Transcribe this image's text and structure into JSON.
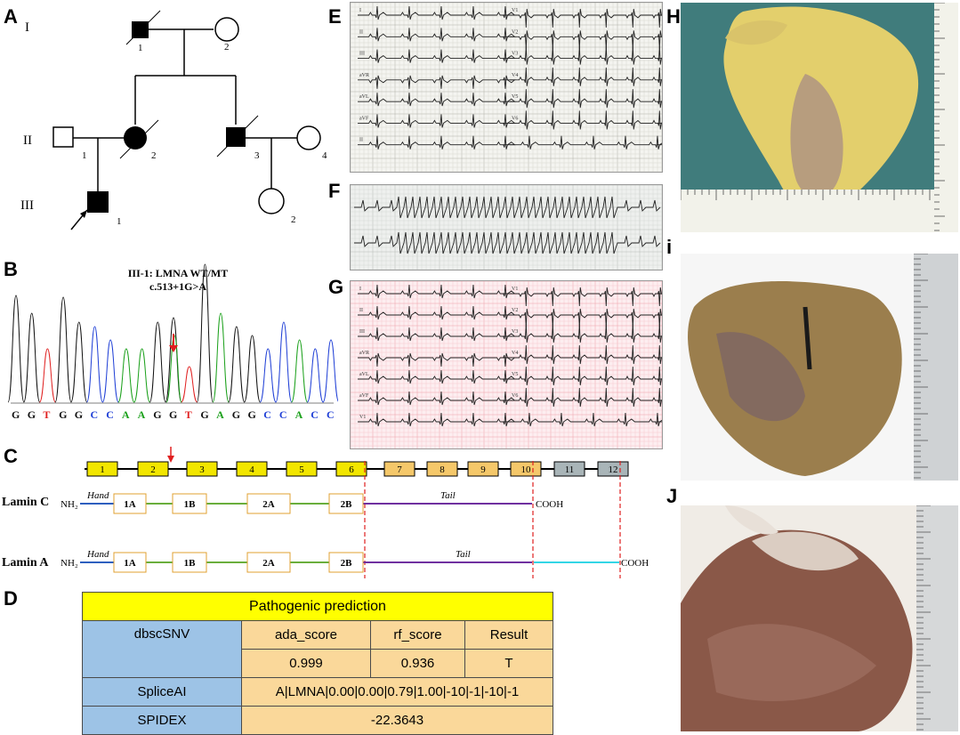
{
  "panels": {
    "A": "A",
    "B": "B",
    "C": "C",
    "D": "D",
    "E": "E",
    "F": "F",
    "G": "G",
    "H": "H",
    "I": "i",
    "J": "J"
  },
  "pedigree": {
    "generations": [
      "I",
      "II",
      "III"
    ],
    "individuals": [
      {
        "gen": "I",
        "num": "1",
        "sex": "male",
        "affected": true,
        "deceased": true
      },
      {
        "gen": "I",
        "num": "2",
        "sex": "female",
        "affected": false,
        "deceased": false
      },
      {
        "gen": "II",
        "num": "1",
        "sex": "male",
        "affected": false,
        "deceased": false
      },
      {
        "gen": "II",
        "num": "2",
        "sex": "female",
        "affected": true,
        "deceased": true
      },
      {
        "gen": "II",
        "num": "3",
        "sex": "male",
        "affected": true,
        "deceased": true
      },
      {
        "gen": "II",
        "num": "4",
        "sex": "female",
        "affected": false,
        "deceased": false
      },
      {
        "gen": "III",
        "num": "1",
        "sex": "male",
        "affected": true,
        "deceased": false,
        "proband": true
      },
      {
        "gen": "III",
        "num": "2",
        "sex": "female",
        "affected": false,
        "deceased": false
      }
    ]
  },
  "sanger": {
    "title": "III-1: LMNA WT/MT",
    "variant": "c.513+1G>A",
    "bases": [
      "G",
      "G",
      "T",
      "G",
      "G",
      "C",
      "C",
      "A",
      "A",
      "G",
      "G",
      "T",
      "G",
      "A",
      "G",
      "G",
      "C",
      "C",
      "A",
      "C",
      "C"
    ]
  },
  "gene": {
    "exons": [
      "1",
      "2",
      "3",
      "4",
      "5",
      "6",
      "7",
      "8",
      "9",
      "10",
      "11",
      "12"
    ],
    "lamin_c": {
      "label": "Lamin C",
      "nterm": "NH₂",
      "hand": "Hand",
      "domains": [
        "1A",
        "1B",
        "2A",
        "2B"
      ],
      "tail": "Tail",
      "cterm": "COOH"
    },
    "lamin_a": {
      "label": "Lamin A",
      "nterm": "NH₂",
      "hand": "Hand",
      "domains": [
        "1A",
        "1B",
        "2A",
        "2B"
      ],
      "tail": "Tail",
      "cterm": "COOH"
    }
  },
  "prediction": {
    "title": "Pathogenic prediction",
    "dbscsnv": "dbscSNV",
    "headers": [
      "ada_score",
      "rf_score",
      "Result"
    ],
    "values": [
      "0.999",
      "0.936",
      "T"
    ],
    "spliceai_label": "SpliceAI",
    "spliceai_value": "A|LMNA|0.00|0.00|0.79|1.00|-10|-1|-10|-1",
    "spidex_label": "SPIDEX",
    "spidex_value": "-22.3643"
  },
  "ecg": {
    "leads_left": [
      "I",
      "II",
      "III",
      "aVR",
      "aVL",
      "aVF",
      "II"
    ],
    "leads_right": [
      "V1",
      "V2",
      "V3",
      "V4",
      "V5",
      "V6"
    ],
    "g_leads_left": [
      "I",
      "II",
      "III",
      "aVR",
      "aVL",
      "aVF",
      "V1"
    ],
    "g_leads_right": [
      "V1",
      "V2",
      "V3",
      "V4",
      "V5",
      "V6"
    ]
  },
  "colors": {
    "exon_yellow": "#f2e600",
    "exon_orange": "#f5c86a",
    "exon_grey": "#a9b5b8",
    "table_header": "#ffff00",
    "table_blue": "#9dc3e6",
    "table_tan": "#fad89a",
    "hand_blue": "#2e5fbf",
    "rod_green": "#6aae3c",
    "tail_purple": "#7030a0",
    "lamina_cyan": "#33d6e6",
    "marker_red": "#e02020"
  }
}
